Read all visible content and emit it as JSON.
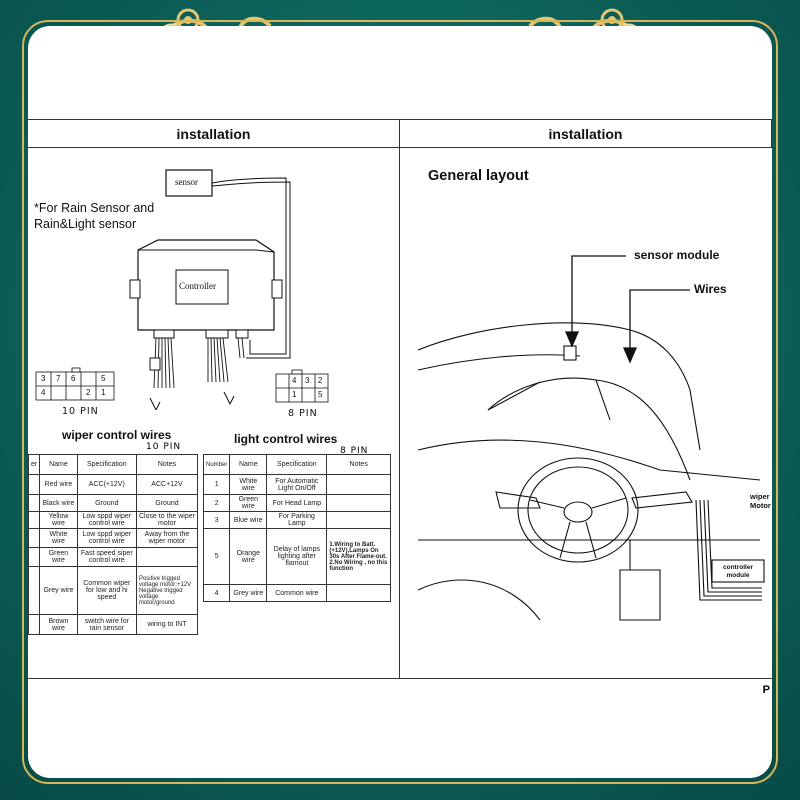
{
  "left_page": {
    "header": "installation",
    "note": "*For Rain Sensor and Rain&Light sensor",
    "sensor_label": "sensor",
    "controller_label": "Controller",
    "pin10": {
      "top": [
        "3",
        "7",
        "6",
        "",
        "5"
      ],
      "bottom": [
        "4",
        "",
        "",
        "2",
        "1"
      ],
      "label": "10 PIN"
    },
    "pin8": {
      "top": [
        "4",
        "3",
        "2"
      ],
      "bottom": [
        "1",
        "",
        "5"
      ],
      "label": "8 PIN"
    },
    "wiper_table": {
      "title": "wiper control wires",
      "pin": "10 PIN",
      "headers": [
        "er",
        "Name",
        "Specification",
        "Notes"
      ],
      "rows": [
        [
          "",
          "Red wire",
          "ACC(+12V)",
          "ACC+12V"
        ],
        [
          "",
          "Black wire",
          "Ground",
          "Ground"
        ],
        [
          "",
          "Yellow wire",
          "Low sppd wiper control wire",
          "Close to the wiper motor"
        ],
        [
          "",
          "White wire",
          "Low sppd wiper control wire",
          "Away from the wiper motor"
        ],
        [
          "",
          "Green wire",
          "Fast speed siper control wire",
          ""
        ],
        [
          "",
          "Grey wire",
          "Common wiper for low and hi speed",
          "Positive trigged voltage motor:+12V Negative trigged voltage motor/ground"
        ],
        [
          "",
          "Brown wire",
          "switch wire for rain sensor",
          "wiring to INT"
        ]
      ]
    },
    "light_table": {
      "title": "light control wires",
      "pin": "8 PIN",
      "headers": [
        "Number",
        "Name",
        "Specification",
        "Notes"
      ],
      "rows": [
        [
          "1",
          "White wire",
          "For Automatic Light On/Off",
          ""
        ],
        [
          "2",
          "Green wire",
          "For Head Lamp",
          ""
        ],
        [
          "3",
          "Blue wire",
          "For Parking Lamp",
          ""
        ],
        [
          "5",
          "Orange wire",
          "Delay of lamps lighting after flamout",
          "1.Wiring to Batt.(+12V),Lamps On 30s After Flame-out. 2.No Wiring , no this function"
        ],
        [
          "4",
          "Grey wire",
          "Common wire",
          ""
        ]
      ]
    }
  },
  "right_page": {
    "header": "installation",
    "title": "General layout",
    "callout_sensor": "sensor module",
    "callout_wires": "Wires",
    "wiper_motor": "wiper Motor",
    "controller_module": "controller module",
    "page_marker": "P"
  }
}
